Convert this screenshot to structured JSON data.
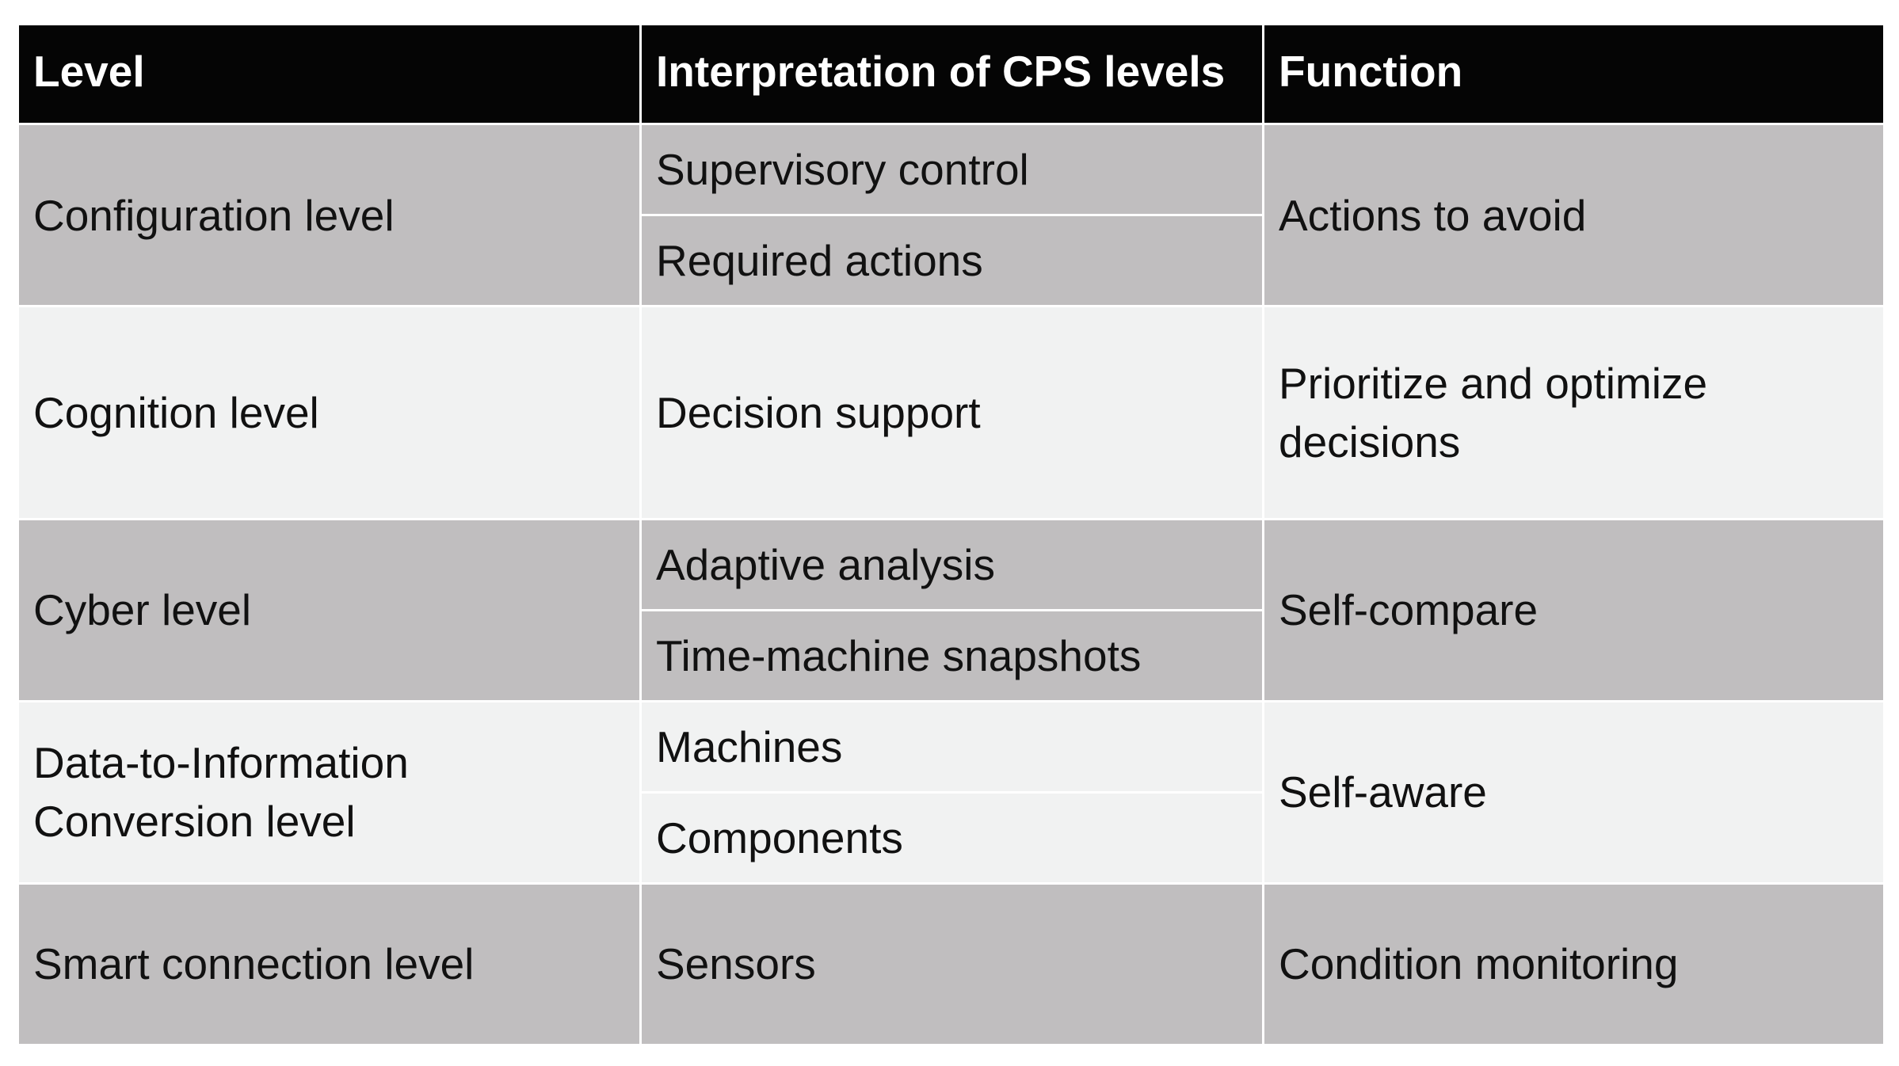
{
  "table": {
    "headers": [
      "Level",
      "Interpretation of CPS levels",
      "Function"
    ],
    "rows": [
      {
        "level": "Configuration level",
        "interpretations": [
          "Supervisory control",
          "Required actions"
        ],
        "function": "Actions to avoid"
      },
      {
        "level": "Cognition level",
        "interpretations": [
          "Decision support"
        ],
        "function": "Prioritize and optimize decisions"
      },
      {
        "level": "Cyber level",
        "interpretations": [
          "Adaptive analysis",
          "Time-machine snapshots"
        ],
        "function": "Self-compare"
      },
      {
        "level": "Data-to-Information Conversion level",
        "interpretations": [
          "Machines",
          "Components"
        ],
        "function": "Self-aware"
      },
      {
        "level": "Smart connection level",
        "interpretations": [
          "Sensors"
        ],
        "function": "Condition monitoring"
      }
    ]
  },
  "colors": {
    "header_bg": "#050505",
    "header_text": "#ffffff",
    "row_dark": "#c0bebf",
    "row_light": "#f1f2f2",
    "grid_line": "#ffffff"
  }
}
